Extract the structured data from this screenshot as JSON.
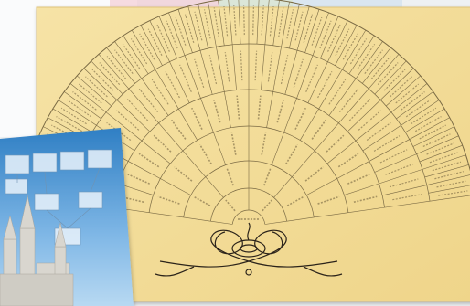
{
  "colors": {
    "background": "#eef1f3",
    "parchment": "#f4df9c",
    "parchment_edge": "#e7cd82",
    "lines": "#7a6a44",
    "ink": "#2b231a",
    "sky_top": "#2f7fc4",
    "sky_bottom": "#b8d9f2",
    "temple": "#d9d6cf"
  },
  "fan_chart": {
    "rings": 6,
    "sectors_per_ring": [
      2,
      4,
      8,
      16,
      32,
      64
    ],
    "ornament": "scroll-flourish"
  },
  "pedigree_card": {
    "type": "blue-sky-pedigree-with-temple",
    "boxes": 8
  }
}
